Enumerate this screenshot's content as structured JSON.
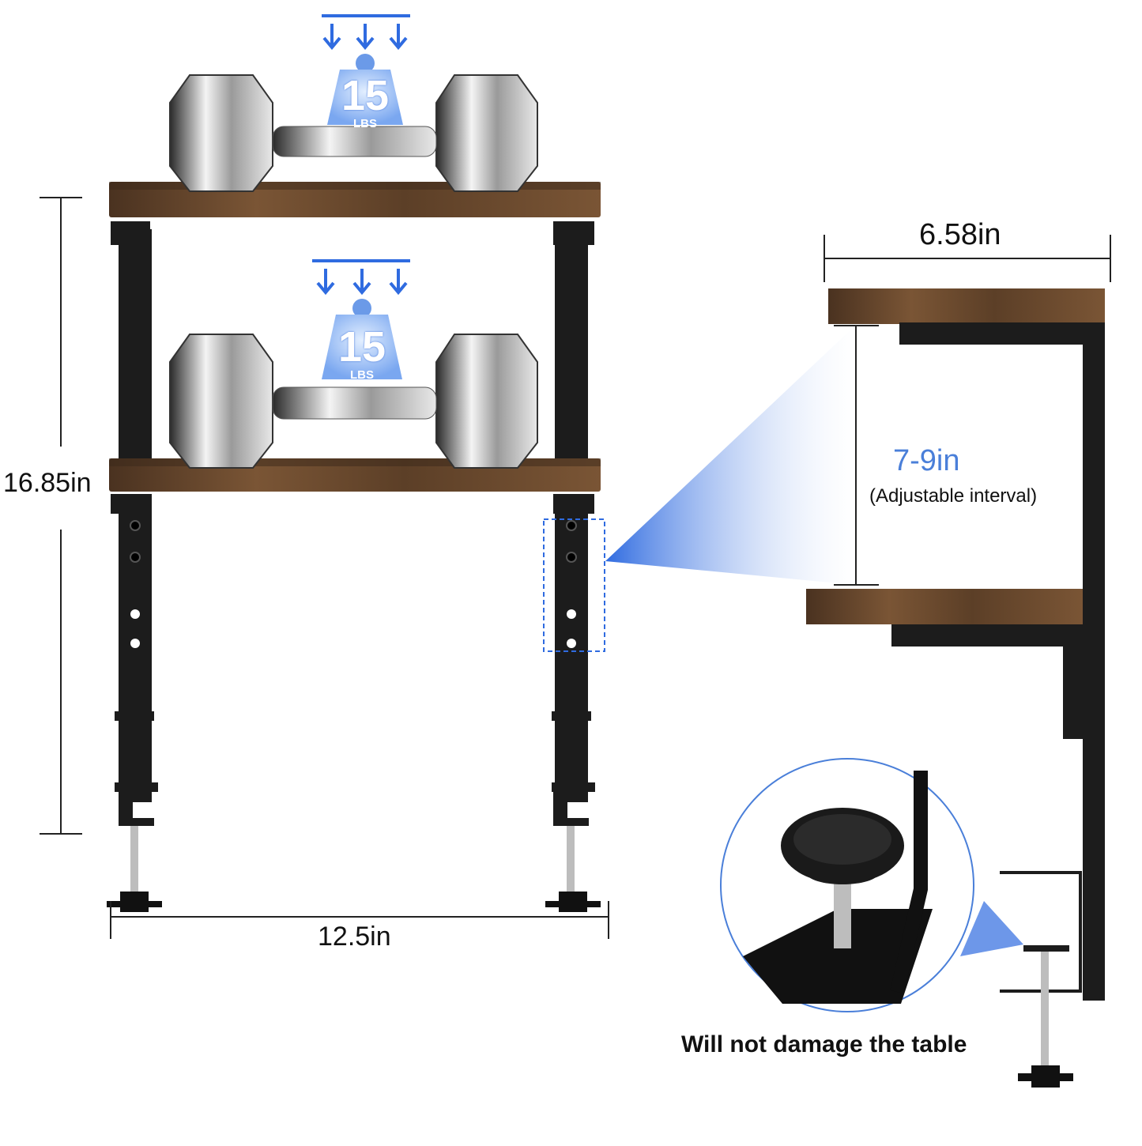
{
  "load_badges": [
    {
      "value": "15",
      "unit": "LBS"
    },
    {
      "value": "15",
      "unit": "LBS"
    }
  ],
  "dimensions": {
    "height": "16.85in",
    "width": "12.5in",
    "depth": "6.58in",
    "interval": "7-9in",
    "interval_note": "(Adjustable interval)"
  },
  "caption": "Will not damage the table",
  "colors": {
    "accent_blue": "#2f6be0",
    "wood": "#6b4a2c",
    "steel": "#1a1a1a"
  }
}
